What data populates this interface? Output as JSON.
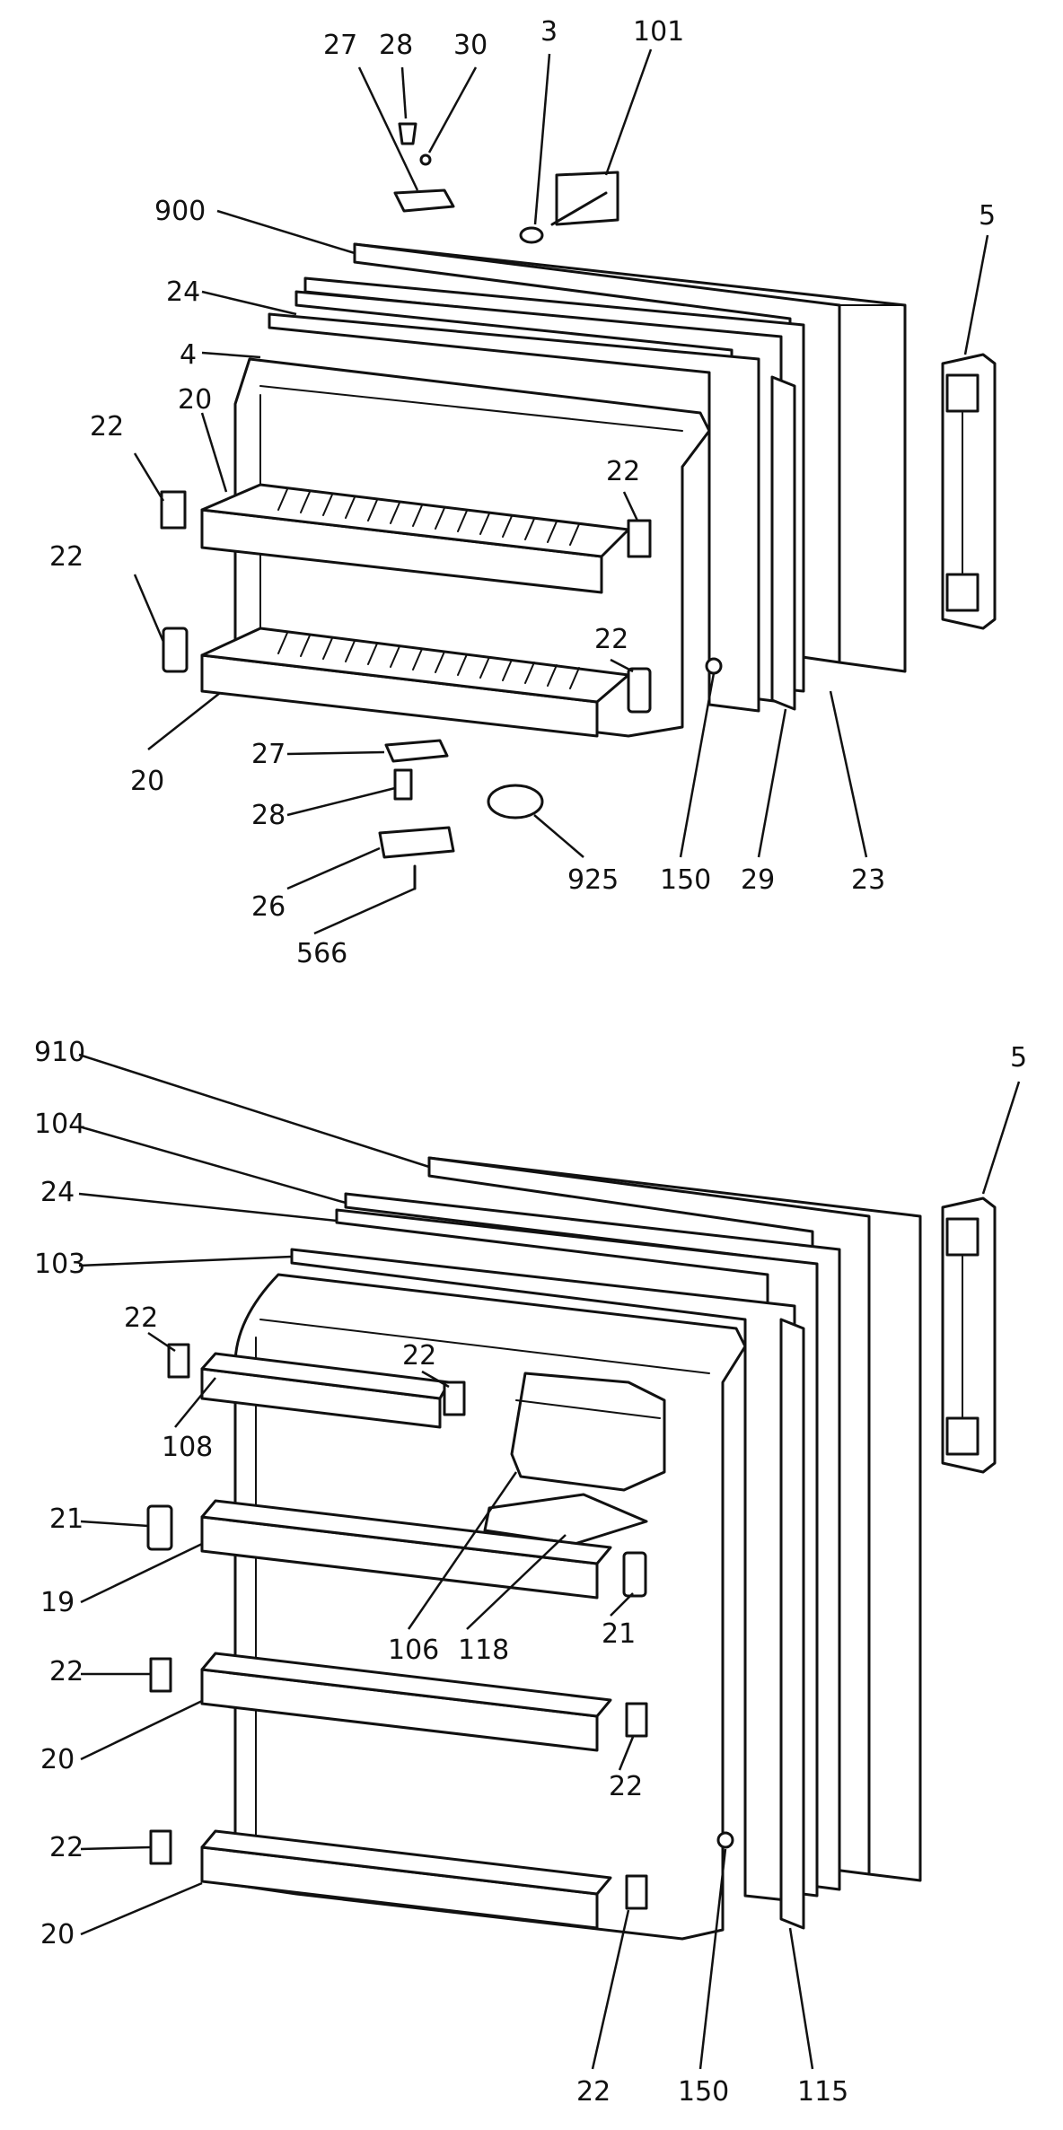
{
  "top_callouts": [
    "27",
    "28",
    "30",
    "3",
    "101",
    "900",
    "5",
    "24",
    "4",
    "22",
    "20",
    "22",
    "22",
    "22",
    "20",
    "27",
    "28",
    "26",
    "566",
    "925",
    "150",
    "29",
    "23"
  ],
  "bottom_callouts": [
    "910",
    "5",
    "104",
    "24",
    "103",
    "22",
    "22",
    "108",
    "21",
    "106",
    "118",
    "21",
    "19",
    "22",
    "20",
    "22",
    "22",
    "20",
    "22",
    "150",
    "115"
  ]
}
